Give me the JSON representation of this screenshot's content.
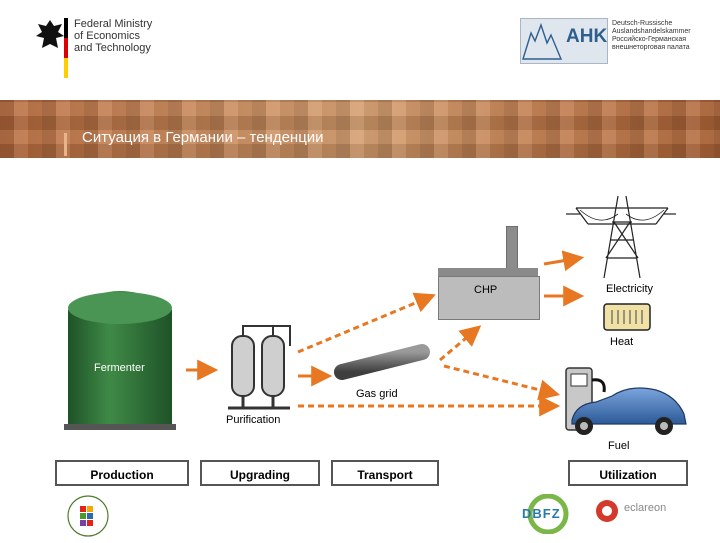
{
  "header": {
    "ministry_name": "Federal Ministry\nof Economics\nand Technology",
    "ahk_logo": "AHK",
    "ahk_subtitle": "Deutsch-Russische\nAuslandshandelskammer\nРоссийско-Германская\nвнешнеторговая палата"
  },
  "slide": {
    "title": "Ситуация в Германии – тенденции"
  },
  "diagram": {
    "fermenter": "Fermenter",
    "purification": "Purification",
    "gas_grid": "Gas grid",
    "chp": "CHP",
    "electricity": "Electricity",
    "heat": "Heat",
    "fuel": "Fuel"
  },
  "stages": {
    "production": "Production",
    "upgrading": "Upgrading",
    "transport": "Transport",
    "utilization": "Utilization"
  },
  "footer": {
    "dbfz_logo": "DBFZ",
    "eclareon_logo": "eclareon"
  },
  "colors": {
    "arrow": "#e87722",
    "fermenter_green": "#2e6e35",
    "car_blue": "#3c6fb0",
    "banner": "#c07a4a"
  }
}
